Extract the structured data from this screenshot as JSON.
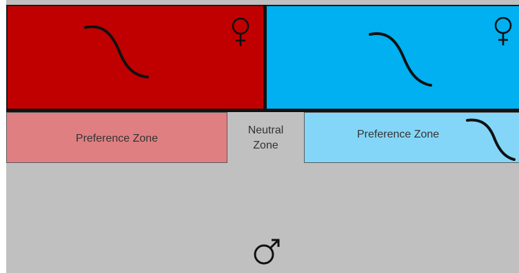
{
  "zones": {
    "left_label": "Preference Zone",
    "neutral_line1": "Neutral",
    "neutral_line2": "Zone",
    "right_label": "Preference Zone"
  },
  "symbols": {
    "female_icon": "female-symbol",
    "male_icon": "male-symbol",
    "fish_icon": "fish-curve"
  },
  "colors": {
    "red_chamber": "#c00000",
    "blue_chamber": "#00b0f0",
    "red_zone": "#df7f82",
    "blue_zone": "#83d6f8",
    "neutral": "#c0c0c0"
  }
}
